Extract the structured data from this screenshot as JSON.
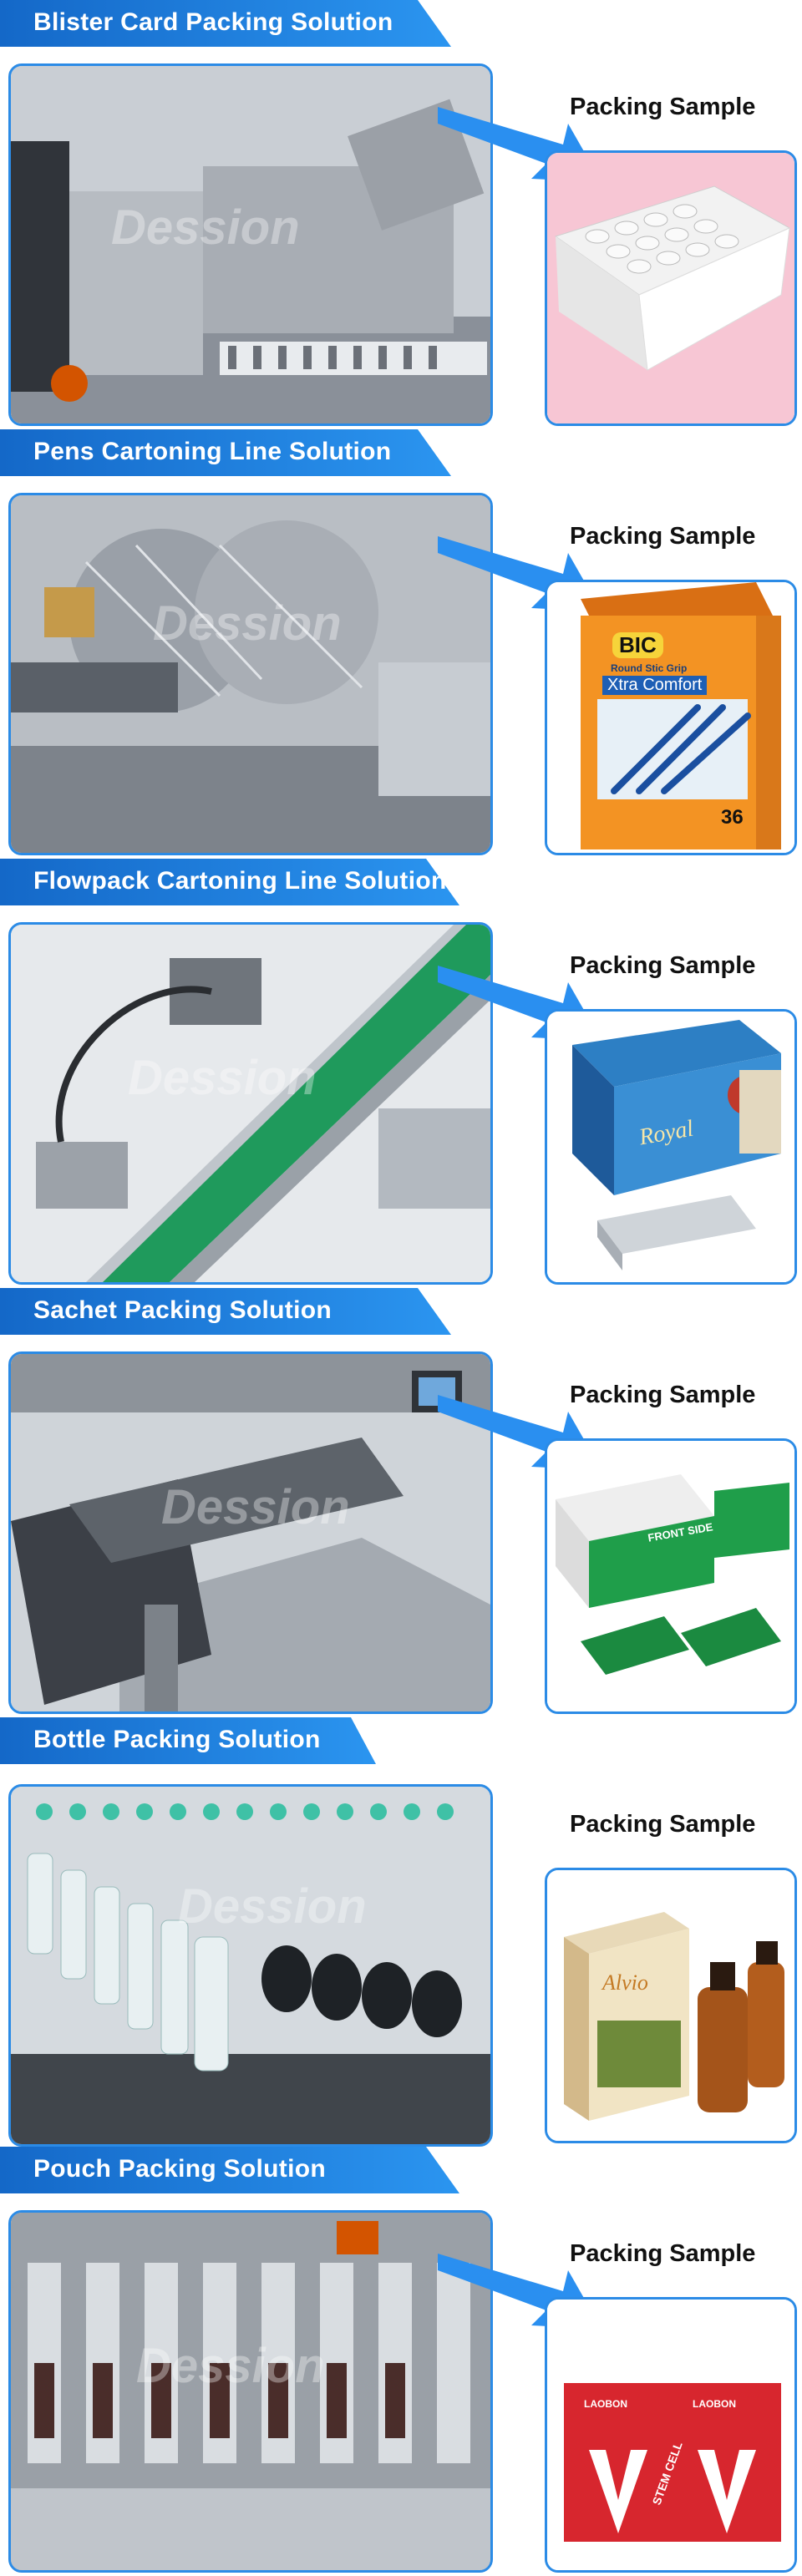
{
  "sections": [
    {
      "title": "Blister Card Packing Solution",
      "sample_label": "Packing Sample"
    },
    {
      "title": "Pens Cartoning Line Solution",
      "sample_label": "Packing Sample"
    },
    {
      "title": "Flowpack Cartoning Line Solution",
      "sample_label": "Packing Sample"
    },
    {
      "title": "Sachet Packing Solution",
      "sample_label": "Packing Sample"
    },
    {
      "title": "Bottle Packing Solution",
      "sample_label": "Packing Sample"
    },
    {
      "title": "Pouch Packing Solution",
      "sample_label": "Packing Sample"
    }
  ],
  "watermark": "Dession",
  "samples": {
    "pens": {
      "brand": "BIC",
      "line1": "Round Stic Grip",
      "line2": "Xtra Comfort",
      "count": "36"
    },
    "flowpack": {
      "brand": "Royal"
    },
    "sachet": {
      "label": "FRONT SIDE"
    },
    "bottle": {
      "brand": "Alvio"
    },
    "pouch": {
      "brand": "LAOBON",
      "text": "STEM CELL"
    }
  },
  "colors": {
    "banner": "#1e7fe0",
    "frame": "#2b8be6",
    "arrow": "#2a8ff0"
  }
}
